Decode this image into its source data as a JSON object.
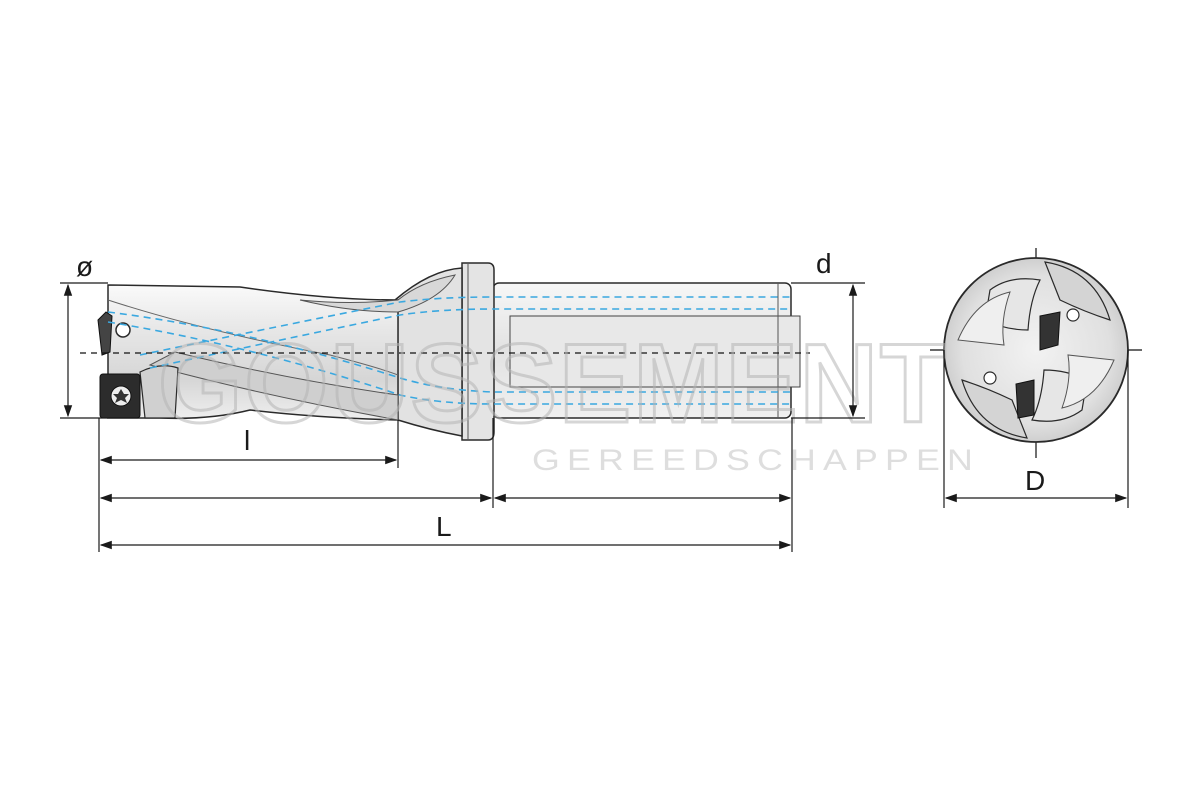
{
  "labels": {
    "shank_diameter_symbol": "ø",
    "shank_d": "d",
    "cut_length": "l",
    "total_length": "L",
    "drill_diameter": "D"
  },
  "watermark": {
    "brand": "GOUSSEMENT",
    "tagline": "GEREEDSCHAPPEN"
  },
  "colors": {
    "outline": "#2a2a2a",
    "coolant": "#3aa8e0",
    "body_light": "#e9e9e9",
    "body_mid": "#cfcfcf",
    "watermark": "#d2d2d2"
  }
}
